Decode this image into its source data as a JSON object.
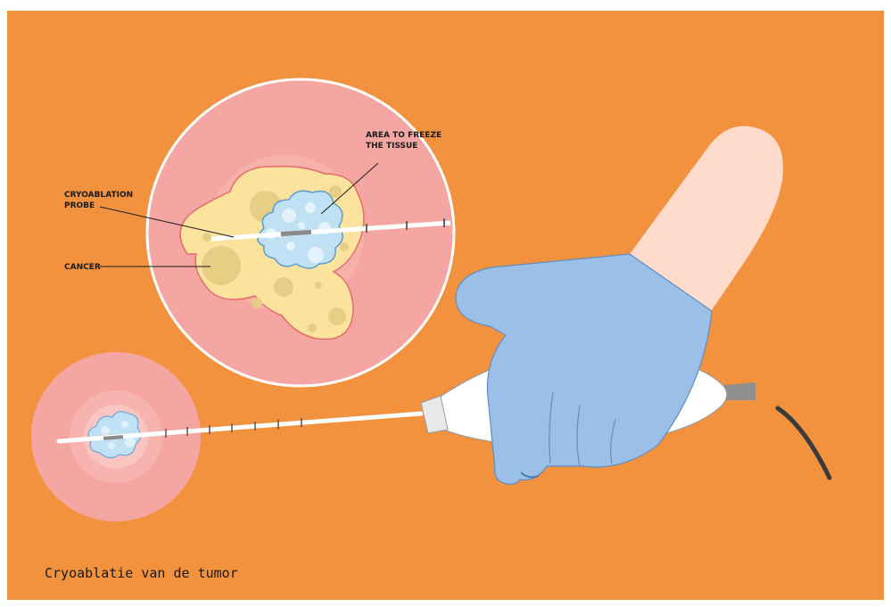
{
  "labels": {
    "area_line1": "AREA TO FREEZE",
    "area_line2": "THE TISSUE",
    "probe_line1": "CRYOABLATION",
    "probe_line2": "PROBE",
    "cancer": "CANCER"
  },
  "caption": "Cryoablatie van de tumor",
  "colors": {
    "background": "#f2923f",
    "tissue": "#f6a6a2",
    "tumor": "#fbe39e",
    "ice": "#bfe1f3",
    "glove": "#9bbfe6",
    "skin": "#fedbcb",
    "handle": "#ffffff"
  }
}
